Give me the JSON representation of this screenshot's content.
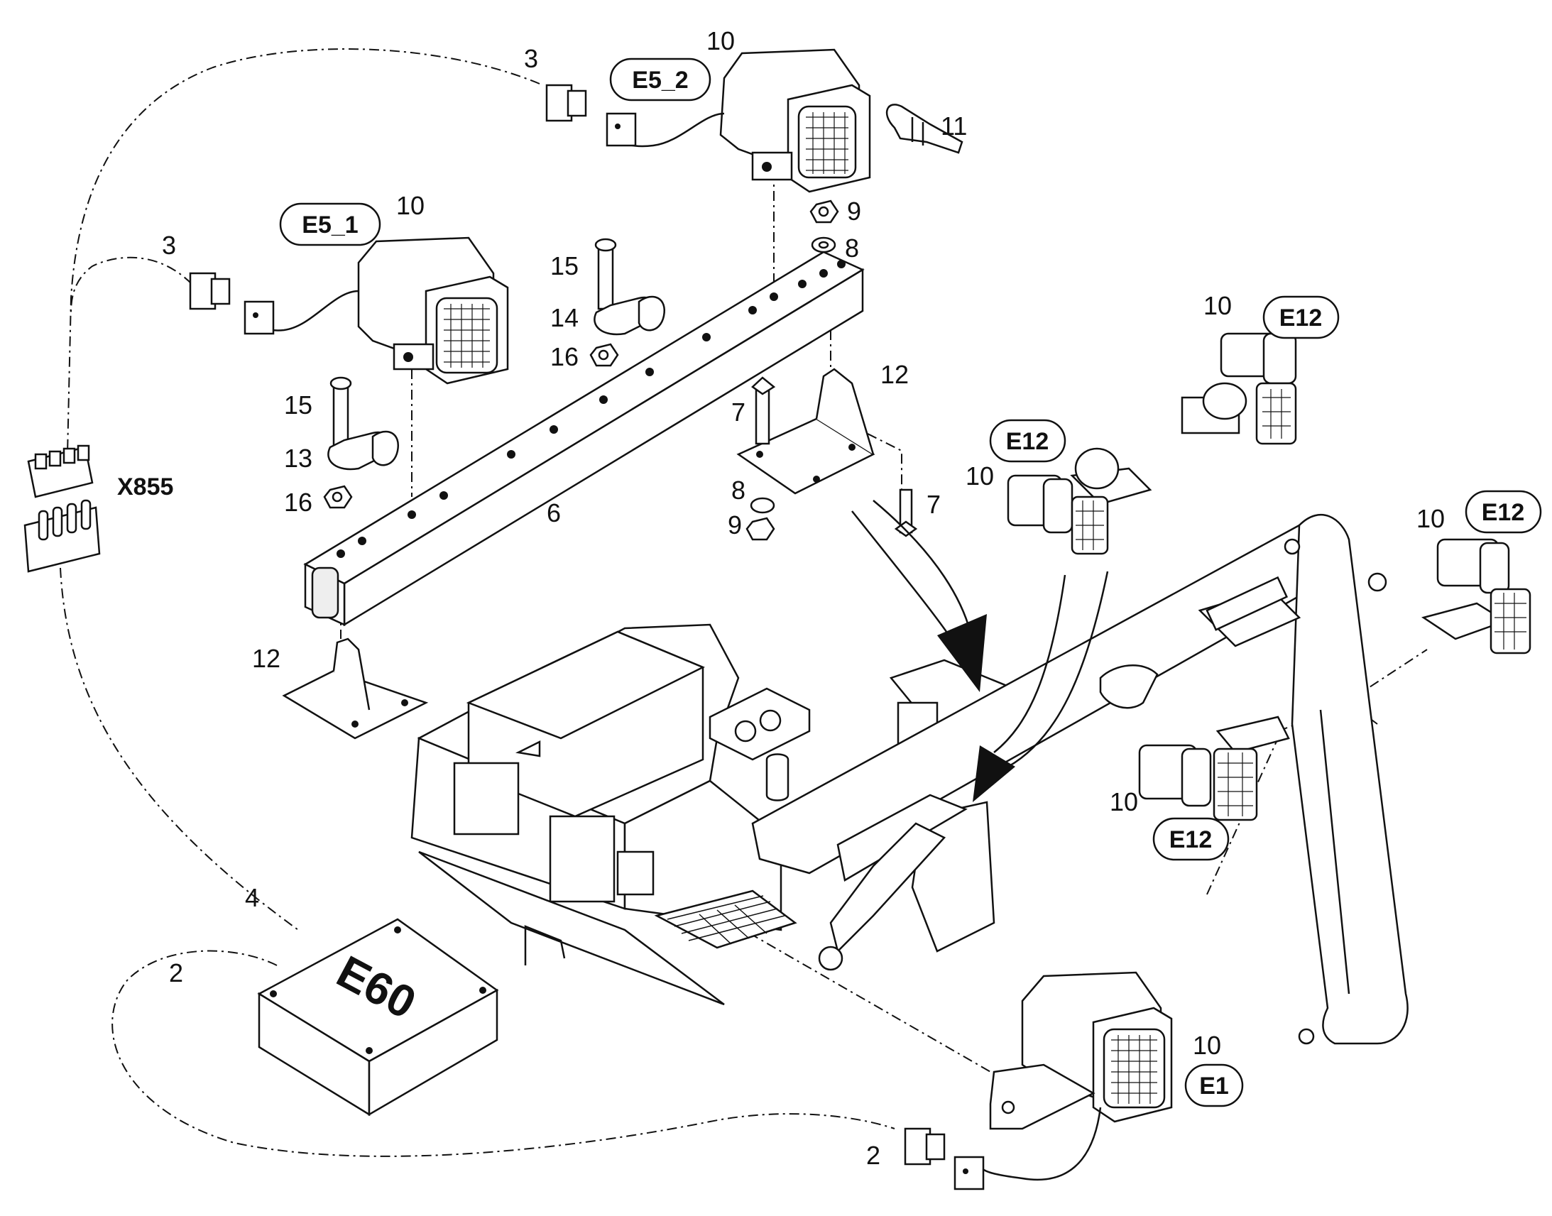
{
  "diagram": {
    "labels": {
      "l3a": "3",
      "l3b": "3",
      "l10a": "10",
      "l10b": "10",
      "l10c": "10",
      "l10d": "10",
      "l10e": "10",
      "l10f": "10",
      "l10g": "10",
      "l11": "11",
      "l9a": "9",
      "l9b": "9",
      "l8a": "8",
      "l8b": "8",
      "l15a": "15",
      "l15b": "15",
      "l14": "14",
      "l16a": "16",
      "l16b": "16",
      "l13": "13",
      "l12a": "12",
      "l12b": "12",
      "l7a": "7",
      "l7b": "7",
      "l6": "6",
      "l4": "4",
      "l2a": "2",
      "l2b": "2"
    },
    "tags": {
      "e5_2": "E5_2",
      "e5_1": "E5_1",
      "e12a": "E12",
      "e12b": "E12",
      "e12c": "E12",
      "e12d": "E12",
      "e1": "E1"
    },
    "connector_label": "X855",
    "controller_label": "E60"
  }
}
